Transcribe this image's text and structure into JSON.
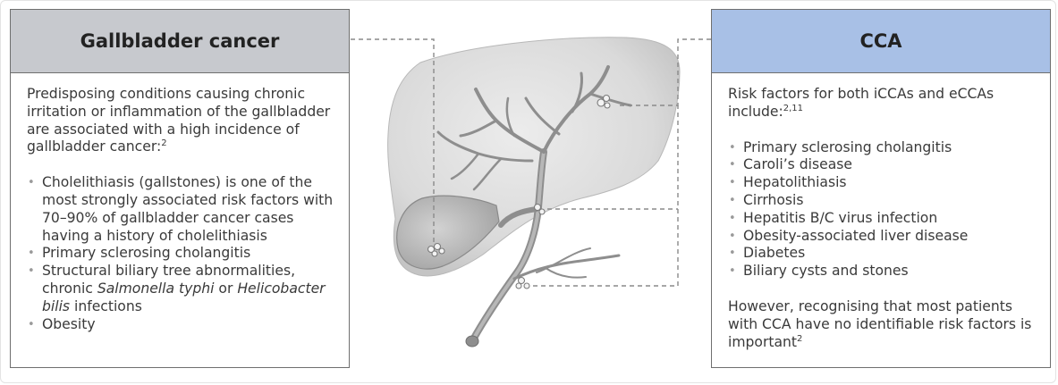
{
  "left_panel": {
    "title": "Gallbladder cancer",
    "intro": "Predisposing conditions causing chronic irritation or inflammation of the gallbladder are associated with a high incidence of gallbladder cancer:",
    "intro_ref": "2",
    "items": [
      {
        "text": "Cholelithiasis (gallstones) is one of the most strongly associated risk factors with 70–90% of gallbladder cancer cases having a history of cholelithiasis"
      },
      {
        "text": "Primary sclerosing cholangitis"
      },
      {
        "text_before": "Structural biliary tree abnormalities, chronic ",
        "italic_1": "Salmonella typhi",
        "text_middle": " or ",
        "italic_2": "Helicobacter bilis",
        "text_after": " infections"
      },
      {
        "text": "Obesity"
      }
    ]
  },
  "right_panel": {
    "title": "CCA",
    "intro": "Risk factors for both iCCAs and eCCAs include:",
    "intro_ref": "2,11",
    "items": [
      "Primary sclerosing cholangitis",
      "Caroli’s disease",
      "Hepatolithiasis",
      "Cirrhosis",
      "Hepatitis B/C virus infection",
      "Obesity-associated liver disease",
      "Diabetes",
      "Biliary cysts and stones"
    ],
    "closing": "However, recognising that most patients with CCA have no identifiable risk factors is important",
    "closing_ref": "2"
  },
  "colors": {
    "left_header": "#c7c9ce",
    "right_header": "#a8c0e6",
    "border": "#6f6f6f",
    "liver": "#dcdcdc",
    "duct": "#8e8e8e"
  },
  "illustration": {
    "icons": [
      "liver-icon",
      "gallbladder-icon",
      "bile-duct-icon",
      "tumor-icon"
    ]
  }
}
